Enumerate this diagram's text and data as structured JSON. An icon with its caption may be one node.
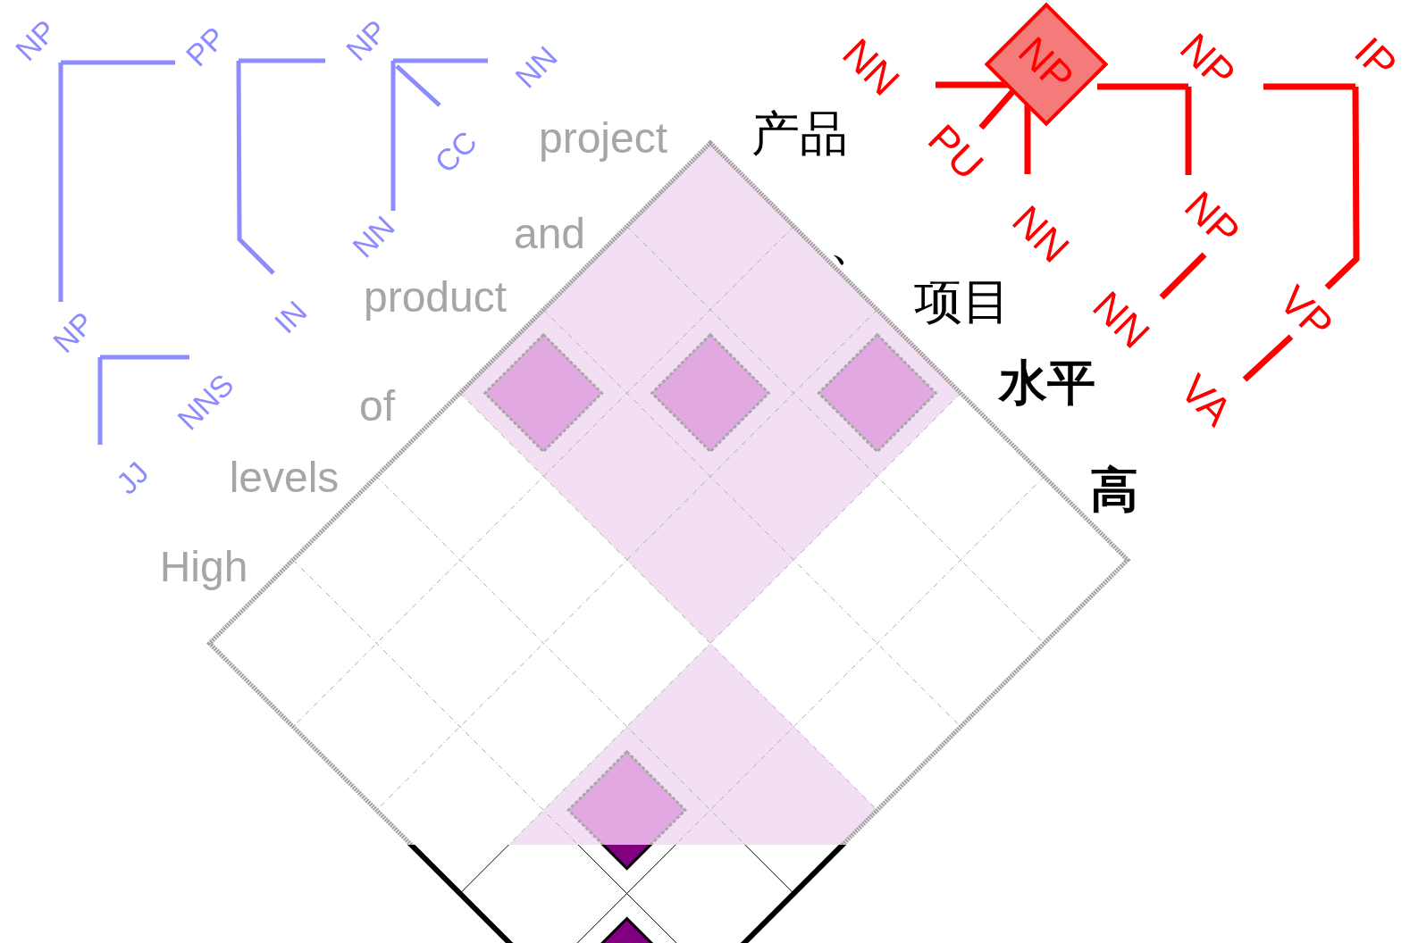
{
  "diagram": {
    "nodes": [
      {
        "text": [
          "NP"
        ]
      },
      {
        "text": [
          "PP"
        ]
      },
      {
        "text": [
          "NP"
        ]
      },
      {
        "text": [
          "NN"
        ]
      },
      {
        "text": [
          "CC"
        ]
      },
      {
        "text": [
          "NN"
        ]
      },
      {
        "text": [
          "IN"
        ]
      },
      {
        "text": [
          "NP"
        ]
      },
      {
        "text": [
          "NNS"
        ]
      },
      {
        "text": [
          "JJ"
        ]
      },
      {
        "text": [
          "NN"
        ]
      },
      {
        "text": [
          "NP"
        ]
      },
      {
        "text": [
          "NP"
        ]
      },
      {
        "text": [
          "IP"
        ]
      },
      {
        "text": [
          "PU"
        ]
      },
      {
        "text": [
          "NN"
        ]
      },
      {
        "text": [
          "NP"
        ]
      },
      {
        "text": [
          "NN"
        ]
      },
      {
        "text": [
          "VP"
        ]
      },
      {
        "text": [
          "VA"
        ]
      }
    ],
    "edges": [
      {
        "from": 0,
        "to": 1,
        "arrow": "none"
      },
      {
        "from": 0,
        "to": 7,
        "arrow": "none"
      },
      {
        "from": 1,
        "to": 2,
        "arrow": "none"
      },
      {
        "from": 1,
        "to": 6,
        "arrow": "none"
      },
      {
        "from": 2,
        "to": 3,
        "arrow": "none"
      },
      {
        "from": 2,
        "to": 4,
        "arrow": "none"
      },
      {
        "from": 2,
        "to": 5,
        "arrow": "none"
      },
      {
        "from": 7,
        "to": 8,
        "arrow": "none"
      },
      {
        "from": 7,
        "to": 9,
        "arrow": "none"
      },
      {
        "from": 13,
        "to": 12,
        "arrow": "none",
        "color": "#ff0000"
      },
      {
        "from": 13,
        "to": 18,
        "arrow": "none",
        "color": "#ff0000"
      },
      {
        "from": 18,
        "to": 19,
        "arrow": "none",
        "color": "#ff0000"
      },
      {
        "from": 12,
        "to": 11,
        "arrow": "none",
        "color": "#ff0000"
      },
      {
        "from": 12,
        "to": 16,
        "arrow": "none",
        "color": "#ff0000"
      },
      {
        "from": 16,
        "to": 17,
        "arrow": "none",
        "color": "#ff0000"
      },
      {
        "from": 11,
        "to": 10,
        "arrow": "none",
        "color": "#ff0000"
      },
      {
        "from": 11,
        "to": 14,
        "arrow": "none",
        "color": "#ff0000"
      },
      {
        "from": 11,
        "to": 15,
        "arrow": "none",
        "color": "#ff0000"
      }
    ],
    "labels": [
      "project",
      "产品",
      "and",
      "、",
      "product",
      "项目",
      "of",
      "水平",
      "levels",
      "高",
      "High"
    ]
  }
}
